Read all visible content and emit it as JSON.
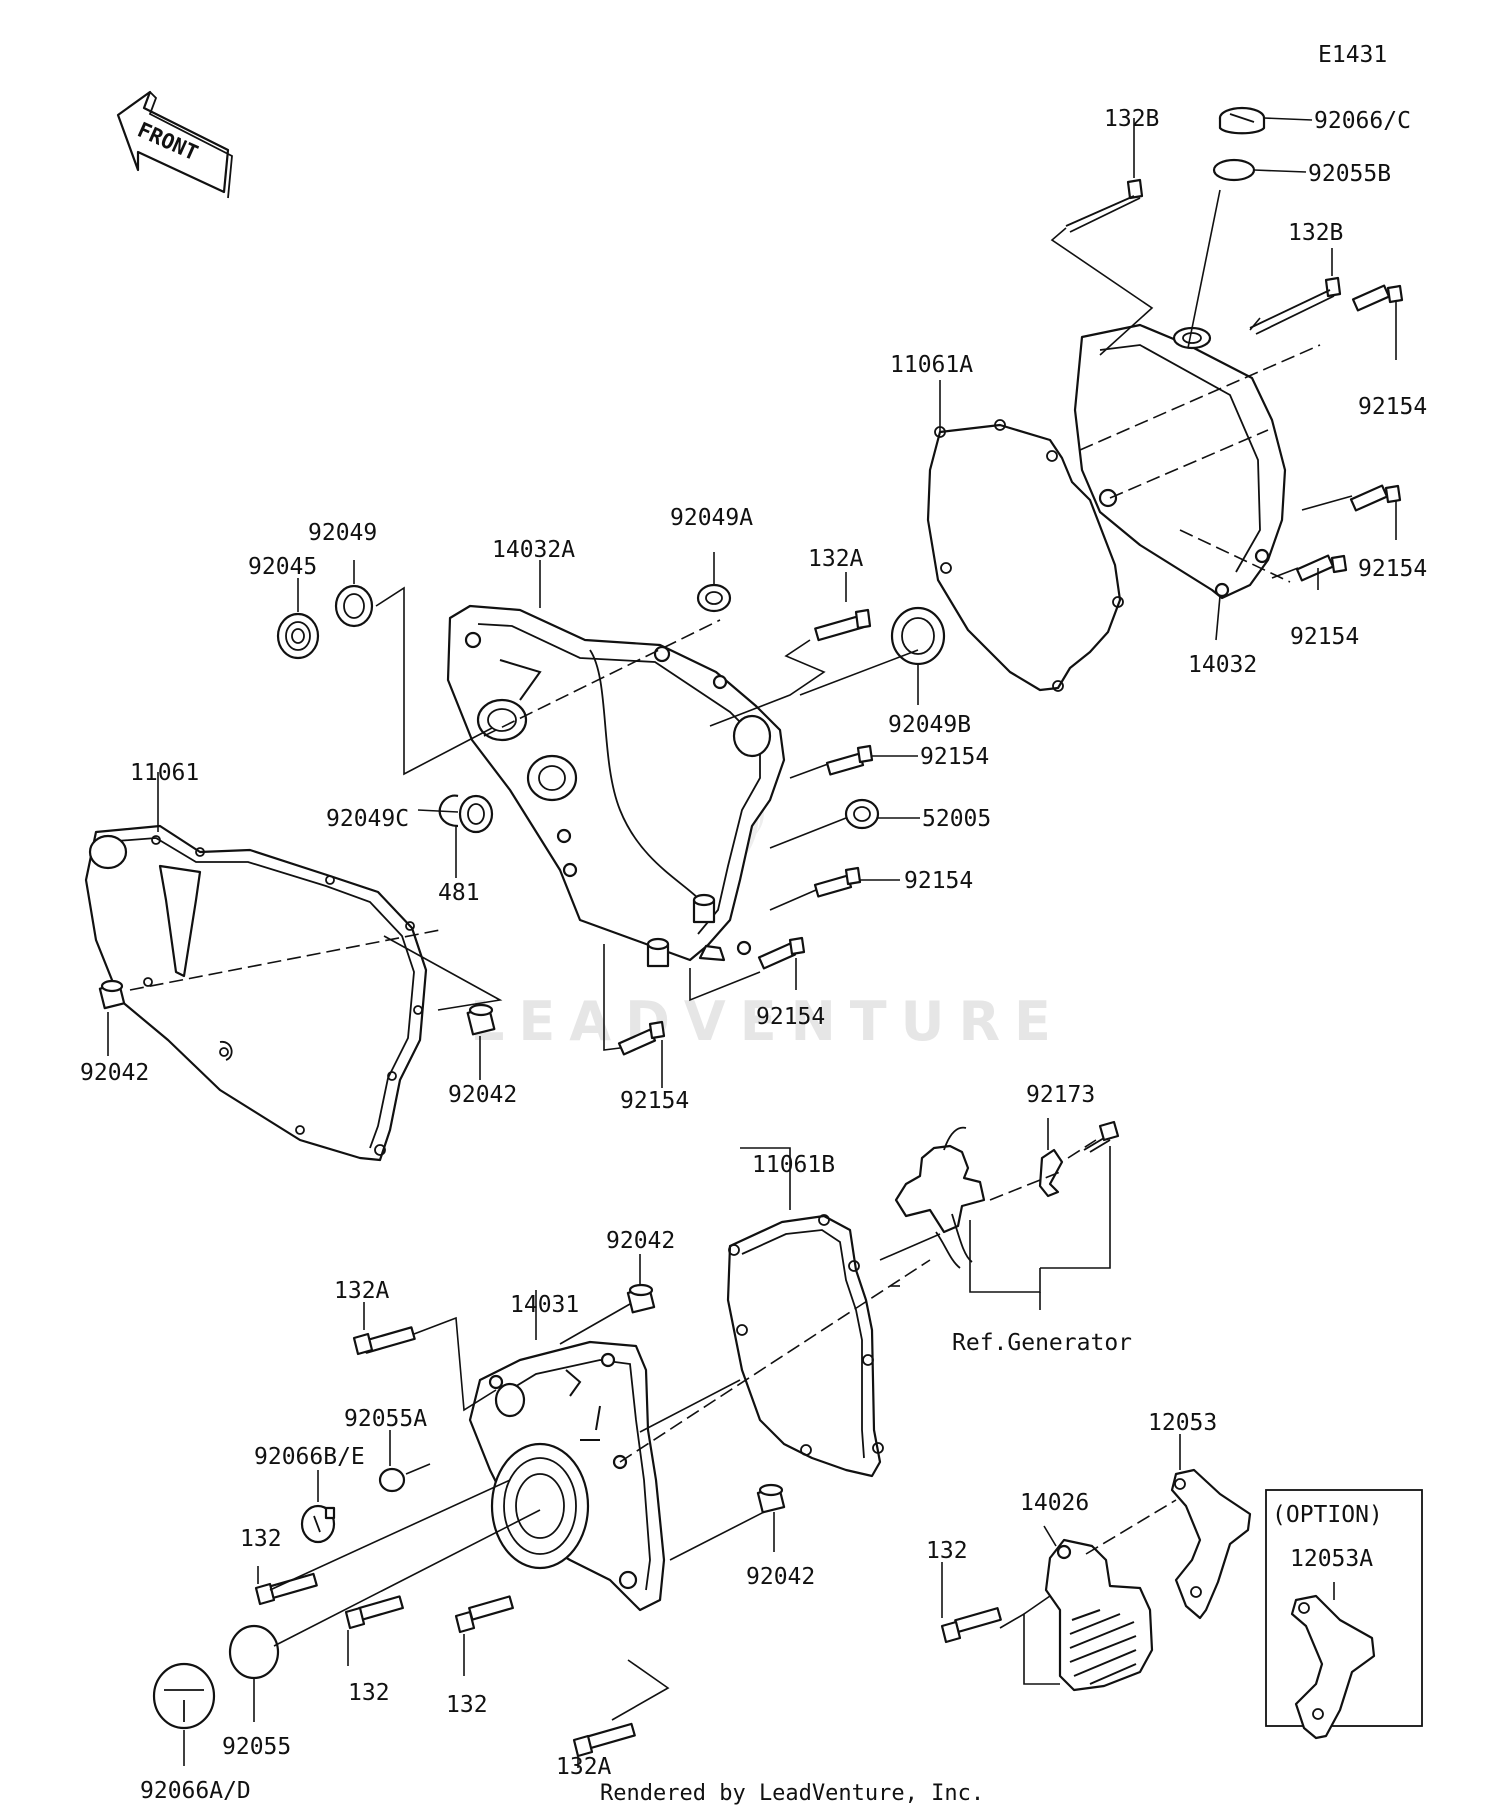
{
  "diagram_id": "E1431",
  "front_arrow_label": "FRONT",
  "watermark": "LEADVENTURE",
  "footer": "Rendered by LeadVenture, Inc.",
  "ref_note": "Ref.Generator",
  "option_label": "(OPTION)",
  "parts": {
    "p132B_a": "132B",
    "p92066C": "92066/C",
    "p92055B": "92055B",
    "p132B_b": "132B",
    "p11061A": "11061A",
    "p92154_r1": "92154",
    "p92154_r2": "92154",
    "p92154_r3": "92154",
    "p14032": "14032",
    "p92049": "92049",
    "p92045": "92045",
    "p14032A": "14032A",
    "p92049A": "92049A",
    "p132A_top": "132A",
    "p92049B": "92049B",
    "p92154_m1": "92154",
    "p52005": "52005",
    "p92154_m2": "92154",
    "p92154_m3": "92154",
    "p92154_m4": "92154",
    "p92049C": "92049C",
    "p481": "481",
    "p11061": "11061",
    "p92042_l1": "92042",
    "p92042_l2": "92042",
    "p92173": "92173",
    "p11061B": "11061B",
    "p92042_b1": "92042",
    "p14031": "14031",
    "p132A_b1": "132A",
    "p92055A": "92055A",
    "p92066BE": "92066B/E",
    "p132_1": "132",
    "p132_2": "132",
    "p132_3": "132",
    "p92055": "92055",
    "p92066AD": "92066A/D",
    "p132A_b2": "132A",
    "p92042_b2": "92042",
    "p12053": "12053",
    "p14026": "14026",
    "p132_4": "132",
    "p12053A": "12053A"
  }
}
